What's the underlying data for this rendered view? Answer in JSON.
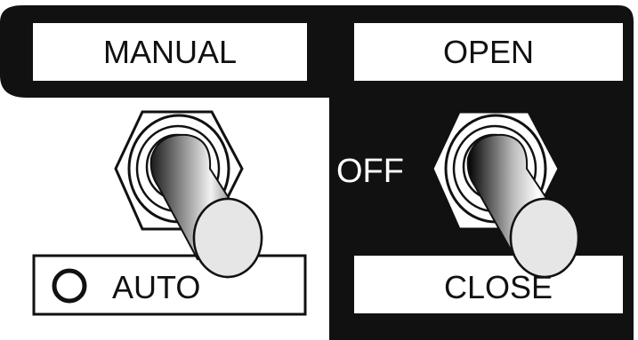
{
  "panel": {
    "colors": {
      "panel_black": "#111111",
      "label_white": "#ffffff",
      "text": "#111111"
    }
  },
  "left_switch": {
    "top_label": "MANUAL",
    "bottom_label": "AUTO",
    "indicator_icon": "indicator-lamp-circle",
    "position": "down"
  },
  "right_switch": {
    "top_label": "OPEN",
    "middle_label": "OFF",
    "bottom_label": "CLOSE",
    "position": "down"
  }
}
